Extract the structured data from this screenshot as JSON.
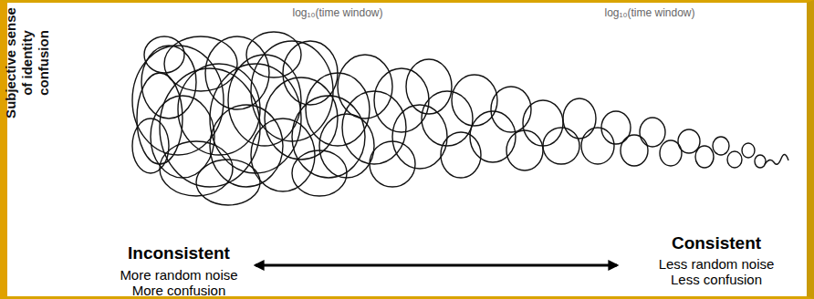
{
  "diagram": {
    "labels": [
      "Subjective sense of identity confusion",
      "log₁₀(time window)",
      "log₁₀(time window)",
      "Inconsistent",
      "More random noise",
      "More confusion",
      "Consistent",
      "Less random noise",
      "Less confusion"
    ]
  }
}
